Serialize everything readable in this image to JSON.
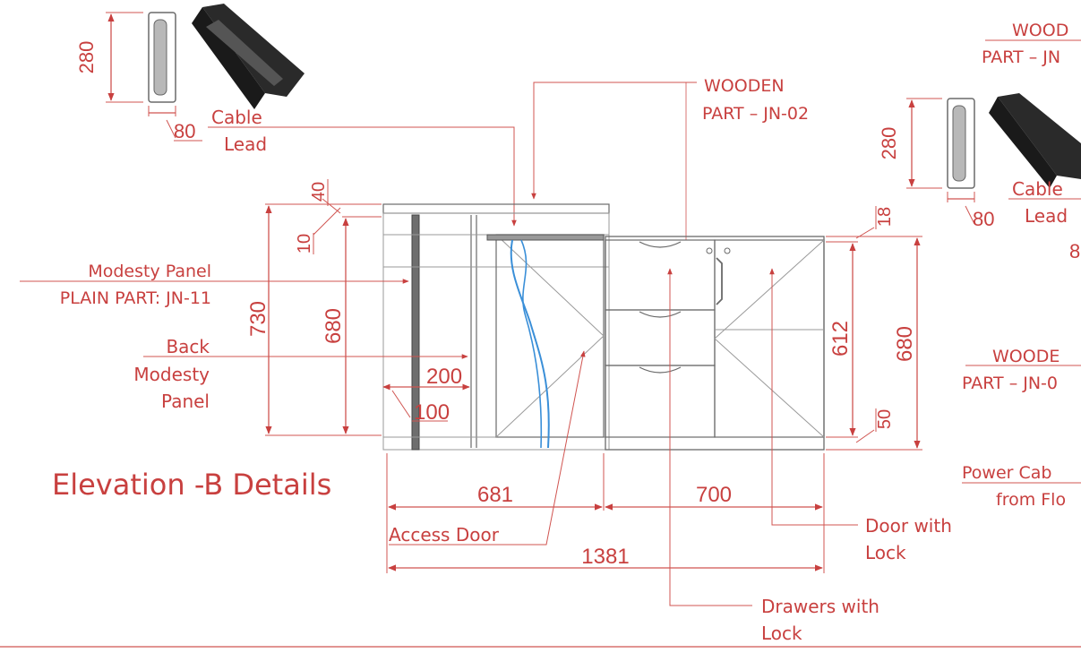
{
  "title": "Elevation -B Details",
  "labels": {
    "cable_lead_1": "Cable",
    "cable_lead_2": "Lead",
    "cable_lead_right_1": "Cable",
    "cable_lead_right_2": "Lead",
    "wooden_part_top_1": "WOODEN",
    "wooden_part_top_2": "PART – JN-02",
    "wooden_part_corner_1": "WOOD",
    "wooden_part_corner_2": "PART – JN",
    "wooden_part_right_1": "WOODE",
    "wooden_part_right_2": "PART – JN-0",
    "modesty_panel_1": "Modesty Panel",
    "modesty_panel_2": "PLAIN PART: JN-11",
    "back_modesty_1": "Back",
    "back_modesty_2": "Modesty",
    "back_modesty_3": "Panel",
    "access_door": "Access Door",
    "door_lock_1": "Door with",
    "door_lock_2": "Lock",
    "drawers_lock_1": "Drawers with",
    "drawers_lock_2": "Lock",
    "power_cable_1": "Power Cab",
    "power_cable_2": "from Flo"
  },
  "dimensions": {
    "grommet_height_left": "280",
    "grommet_width_left": "80",
    "grommet_height_right": "280",
    "grommet_width_right": "80",
    "top_thickness": "40",
    "top_gap": "10",
    "total_height": "730",
    "panel_height": "680",
    "panel_depth_200": "200",
    "panel_depth_100": "100",
    "right_top": "18",
    "right_612": "612",
    "right_680": "680",
    "right_50": "50",
    "width_681": "681",
    "width_700": "700",
    "width_total": "1381",
    "cut_digit": "8"
  },
  "colors": {
    "annotation": "#c8403f",
    "outline": "#6a6a6a",
    "cable": "#3a8fd8"
  }
}
